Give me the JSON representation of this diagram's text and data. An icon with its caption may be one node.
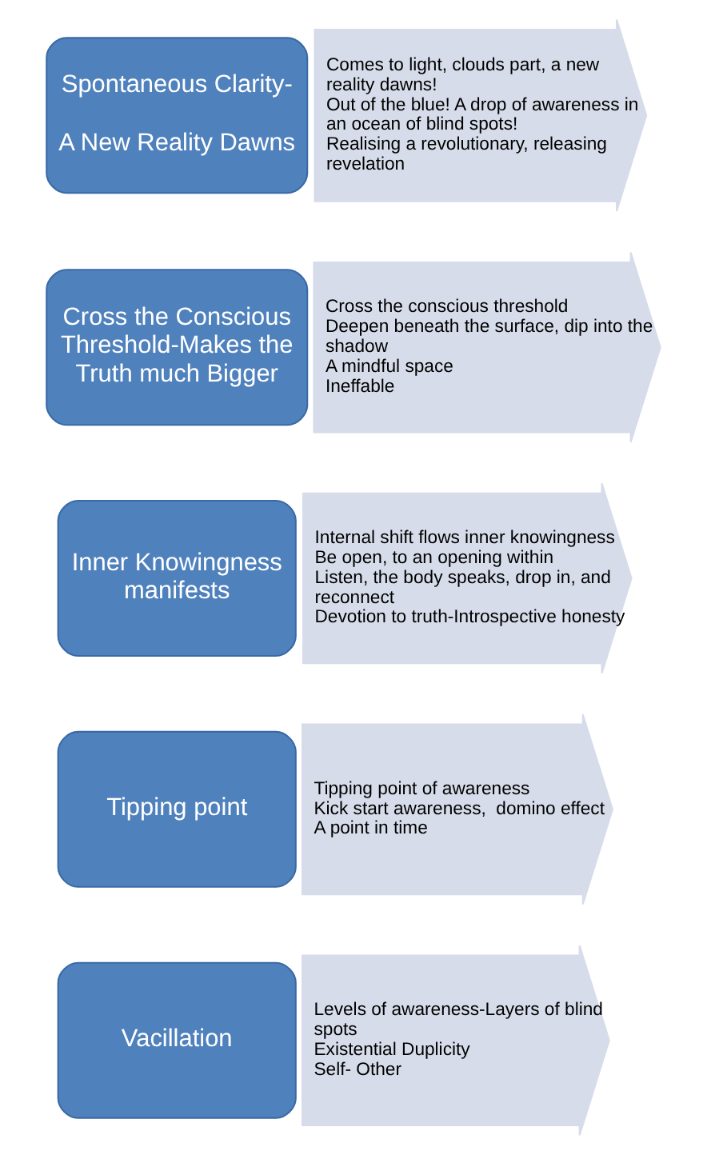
{
  "diagram": {
    "nodes": [
      {
        "text": [
          "Spontaneous Clarity-",
          "A New Reality Dawns"
        ]
      },
      {
        "text": [
          "Comes to light, clouds part, a new reality dawns!",
          "Out of the blue! A drop of awareness in an ocean of blind spots!",
          "Realising a revolutionary, releasing revelation"
        ]
      },
      {
        "text": [
          "Cross the Conscious Threshold-Makes the Truth much Bigger"
        ]
      },
      {
        "text": [
          "Cross the conscious threshold",
          "Deepen beneath the surface, dip into the shadow",
          "A mindful space",
          "Ineffable"
        ]
      },
      {
        "text": [
          "Inner Knowingness manifests"
        ]
      },
      {
        "text": [
          "Internal shift flows inner knowingness",
          "Be open, to an opening within",
          "Listen, the body speaks, drop in, and reconnect",
          "Devotion to truth-Introspective honesty"
        ]
      },
      {
        "text": [
          "Tipping point"
        ]
      },
      {
        "text": [
          "Tipping point of awareness",
          "Kick start awareness,  domino effect",
          "A point in time"
        ]
      },
      {
        "text": [
          "Vacillation"
        ]
      },
      {
        "text": [
          "Levels of awareness-Layers of blind spots",
          "Existential Duplicity",
          "Self- Other"
        ]
      }
    ],
    "edges": []
  }
}
